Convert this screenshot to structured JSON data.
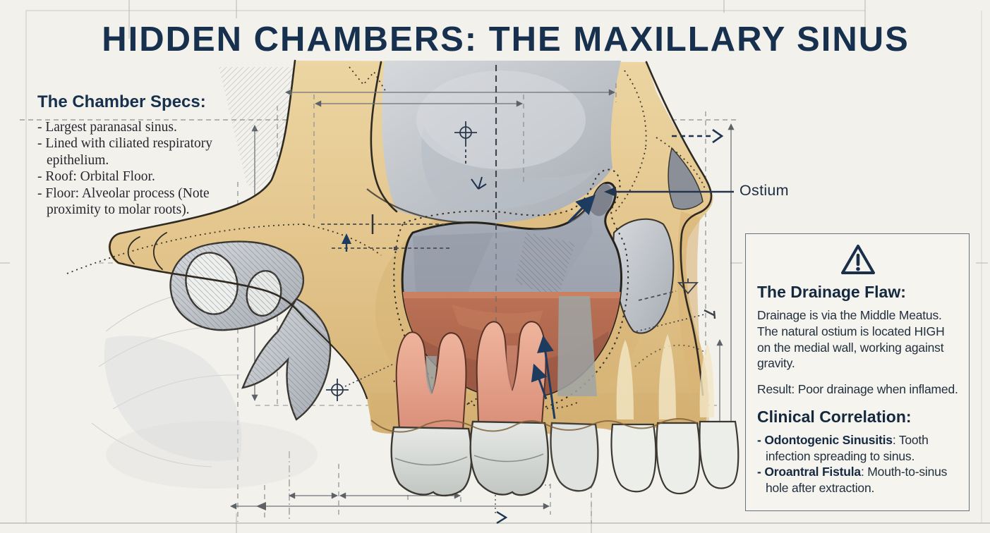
{
  "title": "HIDDEN CHAMBERS: THE MAXILLARY SINUS",
  "chamber_specs": {
    "heading": "The Chamber Specs:",
    "items": [
      "- Largest paranasal sinus.",
      "- Lined with ciliated respiratory epithelium.",
      "- Roof: Orbital Floor.",
      "- Floor: Alveolar process (Note proximity to molar roots)."
    ]
  },
  "diagram": {
    "ostium_label": "Ostium",
    "colors": {
      "background": "#f2f1ec",
      "title_navy": "#16304d",
      "bone_tan": "#e3c58c",
      "sinus_gray": "#a0a6b0",
      "fluid_rust": "#b4674f",
      "molar_root_salmon": "#e2a18c",
      "annotation_navy": "#1d3a5f",
      "dimension_gray": "#6f7377"
    }
  },
  "warning_panel": {
    "icon": "warning-triangle-icon",
    "drainage": {
      "heading": "The Drainage Flaw:",
      "body": "Drainage is via the Middle Meatus. The natural ostium is located HIGH on the medial wall, working against gravity.",
      "result": "Result: Poor drainage when inflamed."
    },
    "clinical": {
      "heading": "Clinical Correlation:",
      "items": [
        {
          "bullet": "-",
          "term": "Odontogenic Sinusitis",
          "rest": ": Tooth infection spreading to sinus."
        },
        {
          "bullet": "-",
          "term": "Oroantral Fistula",
          "rest": ": Mouth-to-sinus hole after extraction."
        }
      ]
    }
  }
}
